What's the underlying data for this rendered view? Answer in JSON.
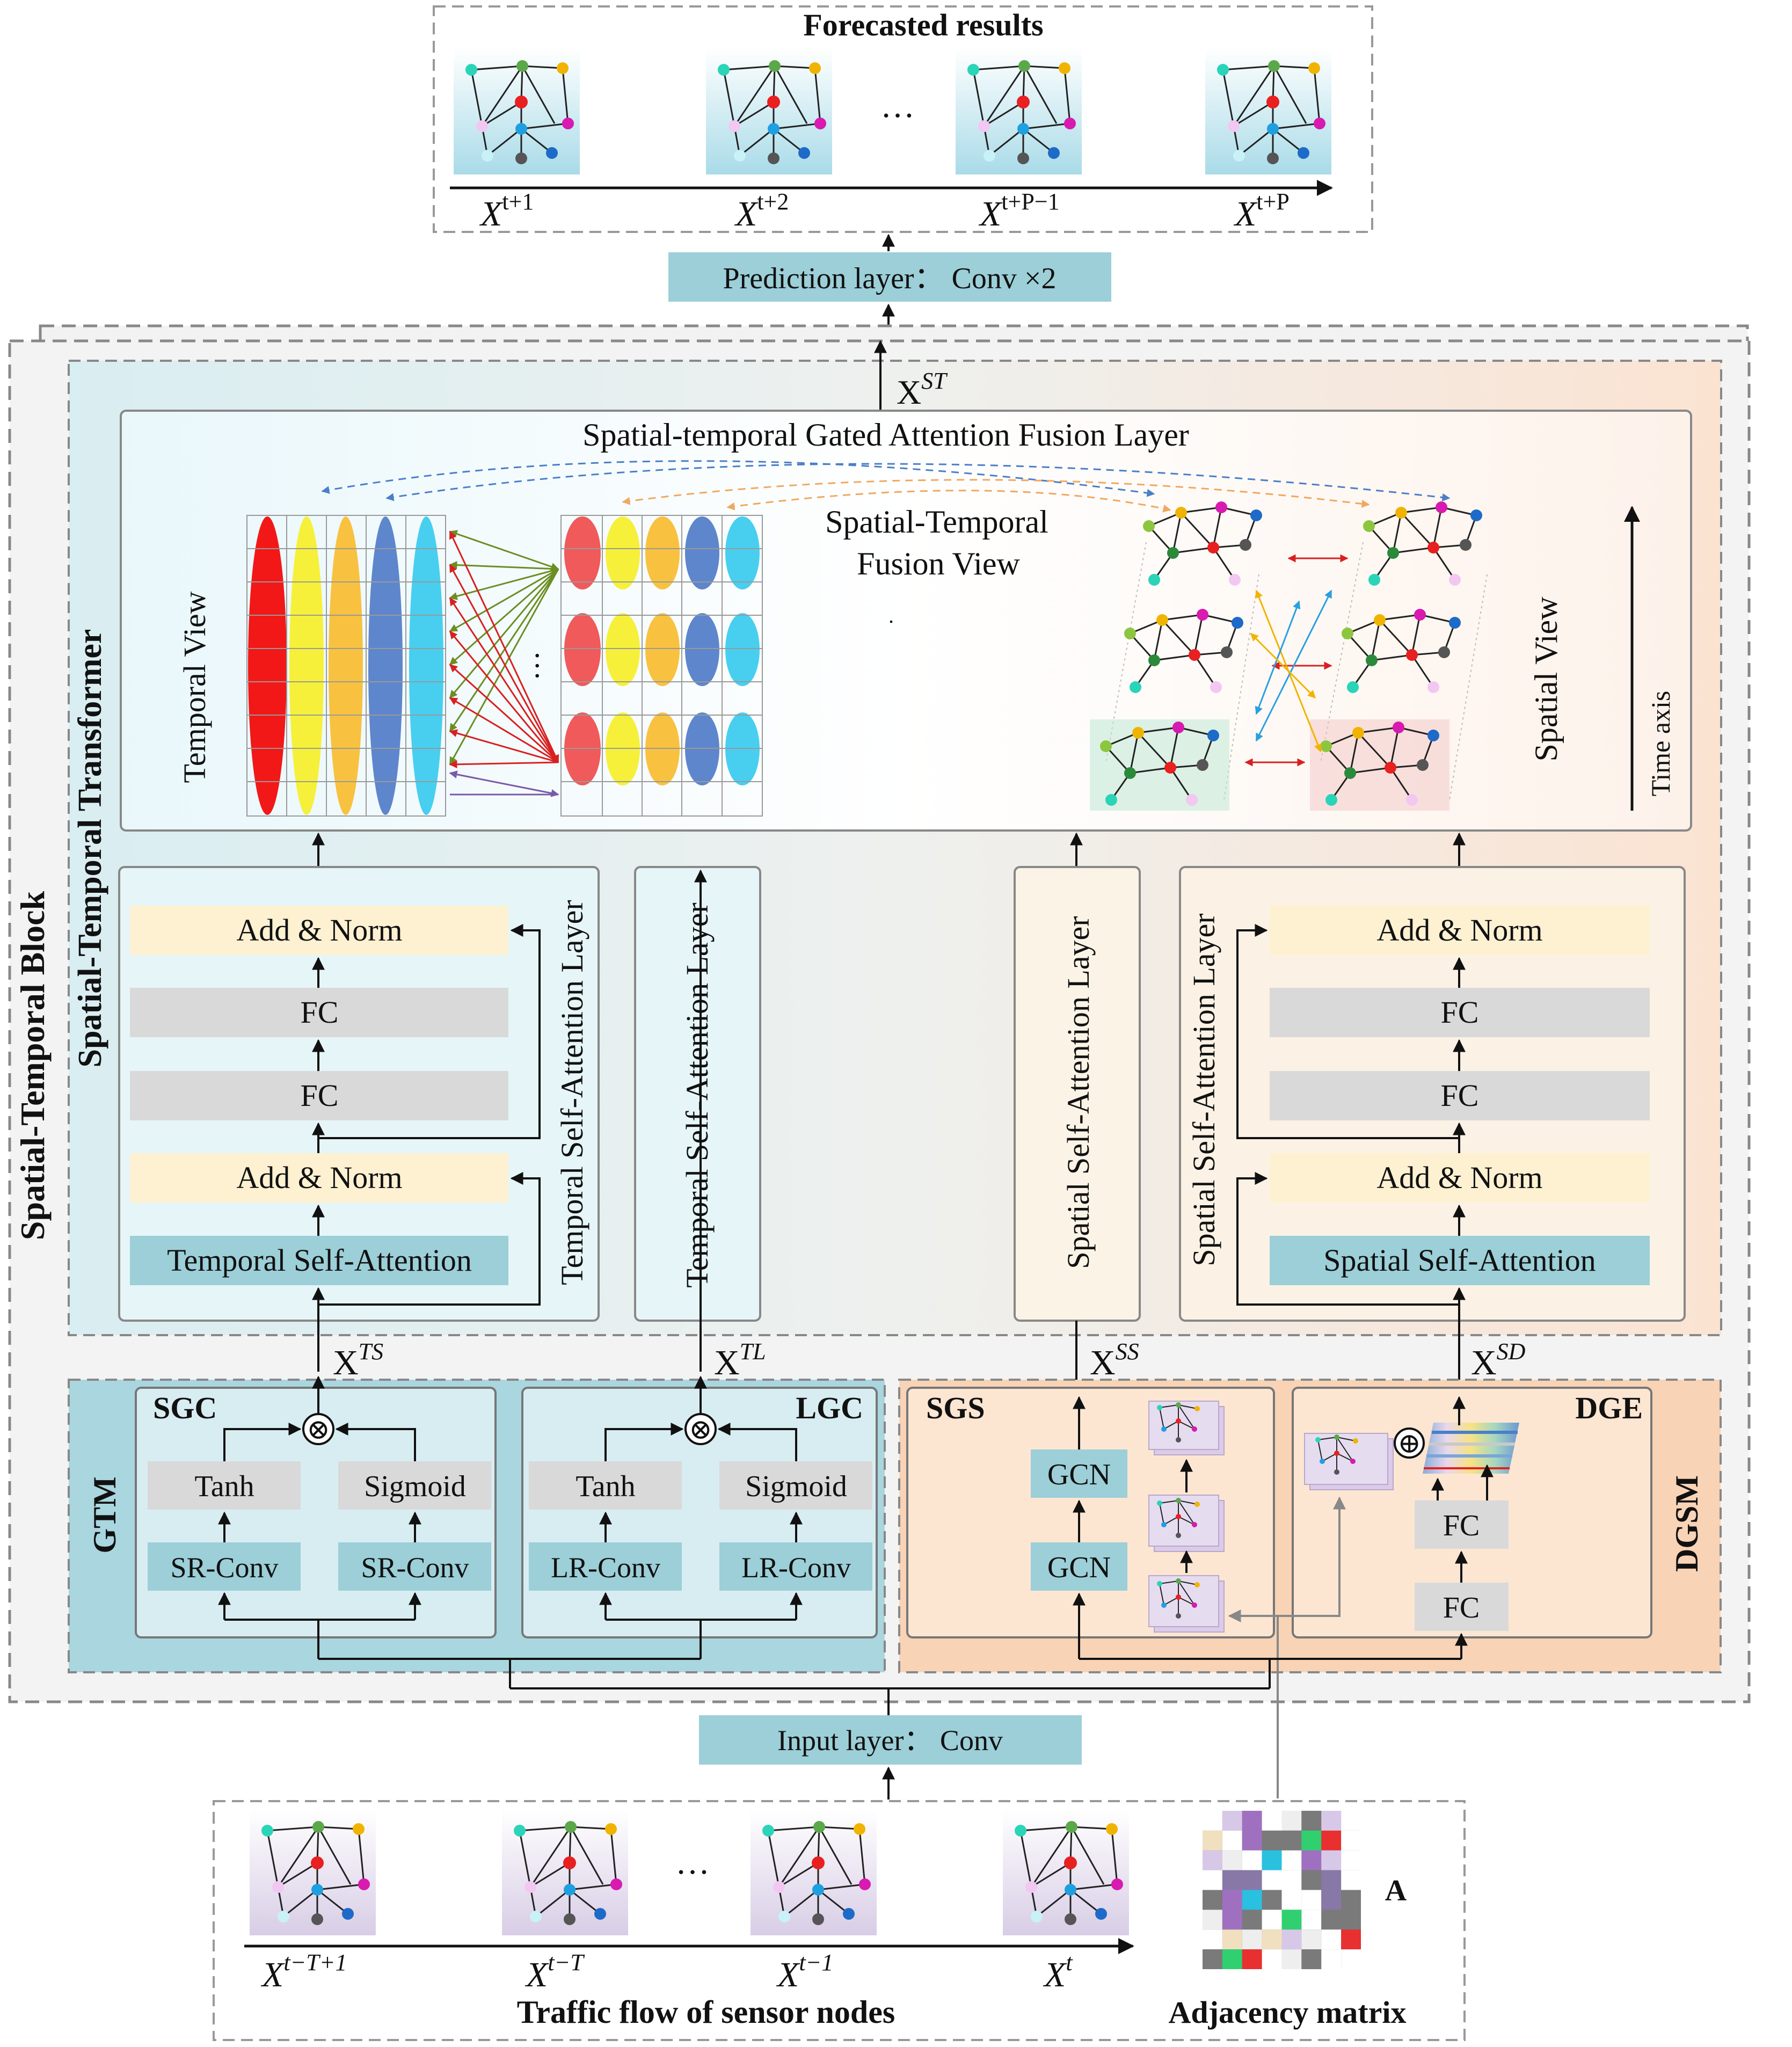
{
  "top": {
    "title": "Forecasted results",
    "ellipsis": "…",
    "labels": [
      "X",
      "X",
      "X",
      "X"
    ],
    "sups": [
      "t+1",
      "t+2",
      "t+P−1",
      "t+P"
    ]
  },
  "prediction_layer": "Prediction layer：  Conv ×2",
  "block": {
    "outer_label": "Spatial-Temporal Block",
    "transformer_label": "Spatial-Temporal Transformer",
    "xst": "X",
    "xst_sup": "ST"
  },
  "fusion": {
    "title": "Spatial-temporal Gated Attention Fusion Layer",
    "temporal_view": "Temporal View",
    "center_line1": "Spatial-Temporal",
    "center_line2": "Fusion View",
    "spatial_view": "Spatial View",
    "time_axis": "Time axis",
    "ellipsis": "…",
    "dot": "."
  },
  "left_tsa": {
    "label": "Temporal Self-Attention Layer",
    "add_norm_top": "Add & Norm",
    "fc1": "FC",
    "fc2": "FC",
    "add_norm_bottom": "Add & Norm",
    "attention": "Temporal Self-Attention"
  },
  "mid_tsa_label": "Temporal Self-Attention Layer",
  "mid_ssa_label": "Spatial Self-Attention Layer",
  "right_ssa": {
    "label": "Spatial Self-Attention Layer",
    "add_norm_top": "Add & Norm",
    "fc1": "FC",
    "fc2": "FC",
    "add_norm_bottom": "Add & Norm",
    "attention": "Spatial Self-Attention"
  },
  "xlabels": {
    "x": "X",
    "ts": "TS",
    "tl": "TL",
    "ss": "SS",
    "sd": "SD"
  },
  "gtm": {
    "label": "GTM",
    "sgc": {
      "title": "SGC",
      "tanh": "Tanh",
      "sigmoid": "Sigmoid",
      "conv_left": "SR-Conv",
      "conv_right": "SR-Conv",
      "mult": "⊗"
    },
    "lgc": {
      "title": "LGC",
      "tanh": "Tanh",
      "sigmoid": "Sigmoid",
      "conv_left": "LR-Conv",
      "conv_right": "LR-Conv",
      "mult": "⊗"
    }
  },
  "dgsm": {
    "label": "DGSM",
    "sgs": {
      "title": "SGS",
      "gcn_top": "GCN",
      "gcn_bottom": "GCN"
    },
    "dge": {
      "title": "DGE",
      "fc_top": "FC",
      "fc_bottom": "FC",
      "plus": "⊕"
    }
  },
  "input_layer": "Input layer：  Conv",
  "bottom": {
    "ellipsis": "…",
    "labels": [
      "X",
      "X",
      "X",
      "X"
    ],
    "sups": [
      "t−T+1",
      "t−T",
      "t−1",
      "t"
    ],
    "caption": "Traffic flow of sensor nodes",
    "adj_letter": "A",
    "adj_caption": "Adjacency matrix"
  },
  "colors": {
    "teal_box": "#9ccfd8",
    "gray_box": "#d9d9d9",
    "cream_box": "#fdf1d2",
    "gtm_bg": "#a9d6df",
    "dgsm_bg": "#f8d3b6",
    "line": "#111111"
  }
}
